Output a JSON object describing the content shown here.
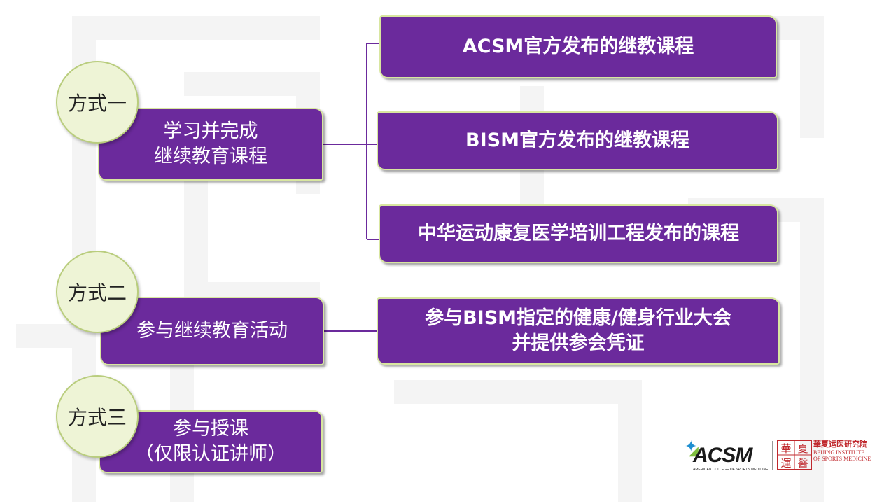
{
  "methods": [
    {
      "badge": "方式一",
      "lines": [
        "学习并完成",
        "继续教育课程"
      ]
    },
    {
      "badge": "方式二",
      "lines": [
        "参与继续教育活动"
      ]
    },
    {
      "badge": "方式三",
      "lines": [
        "参与授课",
        "（仅限认证讲师）"
      ]
    }
  ],
  "options": [
    {
      "lines": [
        "ACSM官方发布的继教课程"
      ]
    },
    {
      "lines": [
        "BISM官方发布的继教课程"
      ]
    },
    {
      "lines": [
        "中华运动康复医学培训工程发布的课程"
      ]
    },
    {
      "lines": [
        "参与BISM指定的健康/健身行业大会",
        "并提供参会凭证"
      ]
    }
  ],
  "logos": {
    "acsm_word": "ACSM",
    "acsm_sub": "AMERICAN COLLEGE OF SPORTS MEDICINE",
    "bism_cn": "華夏运医研究院",
    "bism_en_1": "BEIJING INSTITUTE",
    "bism_en_2": "OF SPORTS MEDICINE",
    "seal_chars": [
      "華",
      "夏",
      "運",
      "醫"
    ]
  },
  "colors": {
    "box_fill": "#6b2a9c",
    "box_border": "#d8e6a0",
    "badge_fill": "#eef4d6",
    "badge_border": "#b9cd7d",
    "connector": "#6b2a9c",
    "seal_red": "#c0282d"
  }
}
